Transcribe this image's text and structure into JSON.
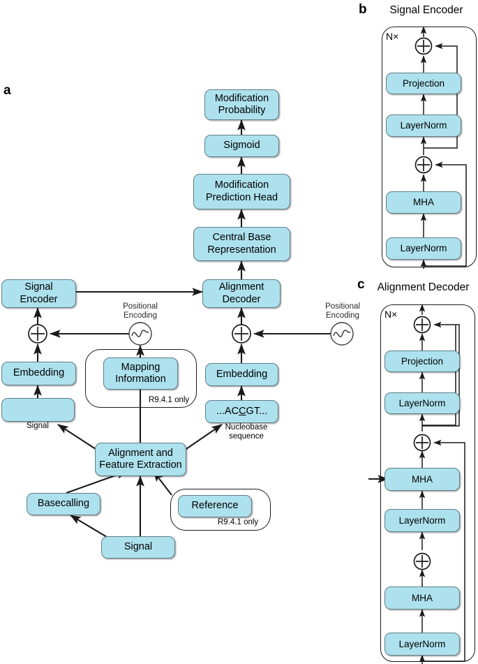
{
  "figure": {
    "panels": [
      {
        "letter": "a",
        "title": ""
      },
      {
        "letter": "b",
        "title": "Signal Encoder"
      },
      {
        "letter": "c",
        "title": "Alignment Decoder"
      }
    ]
  },
  "panel_a": {
    "nodes": {
      "modification_probability": "Modification\nProbability",
      "sigmoid": "Sigmoid",
      "modification_prediction_head": "Modification\nPrediction Head",
      "central_base_representation": "Central Base\nRepresentation",
      "signal_encoder": "Signal\nEncoder",
      "alignment_decoder": "Alignment\nDecoder",
      "embedding_left": "Embedding",
      "embedding_right": "Embedding",
      "mapping_information": "Mapping\nInformation",
      "nucleobase_box": "...ACCGT...",
      "nucleobase_prefix": "...AC",
      "nucleobase_underlined": "C",
      "nucleobase_suffix": "GT...",
      "alignment_feature_extraction": "Alignment and\nFeature Extraction",
      "basecalling": "Basecalling",
      "reference": "Reference",
      "signal_input": "Signal"
    },
    "captions": {
      "signal": "Signal",
      "nucleobase_sequence": "Nucleobase\nsequence",
      "positional_encoding_left": "Positional\nEncoding",
      "positional_encoding_right": "Positional\nEncoding"
    },
    "group_notes": {
      "mapping_information_only": "R9.4.1 only",
      "reference_only": "R9.4.1 only"
    }
  },
  "panel_b": {
    "title": "Signal Encoder",
    "repeat_label": "N×",
    "nodes": [
      "Projection",
      "LayerNorm",
      "MHA",
      "LayerNorm"
    ],
    "add_nodes": [
      "⊕",
      "⊕"
    ]
  },
  "panel_c": {
    "title": "Alignment Decoder",
    "repeat_label": "N×",
    "nodes": [
      "Projection",
      "LayerNorm",
      "MHA",
      "LayerNorm",
      "MHA",
      "LayerNorm"
    ],
    "add_nodes": [
      "⊕",
      "⊕",
      "⊕"
    ]
  },
  "colors": {
    "node_fill": "#ade1ed",
    "node_border": "#5f7d86",
    "line": "#1a1a1a",
    "background": "#ffffff"
  }
}
